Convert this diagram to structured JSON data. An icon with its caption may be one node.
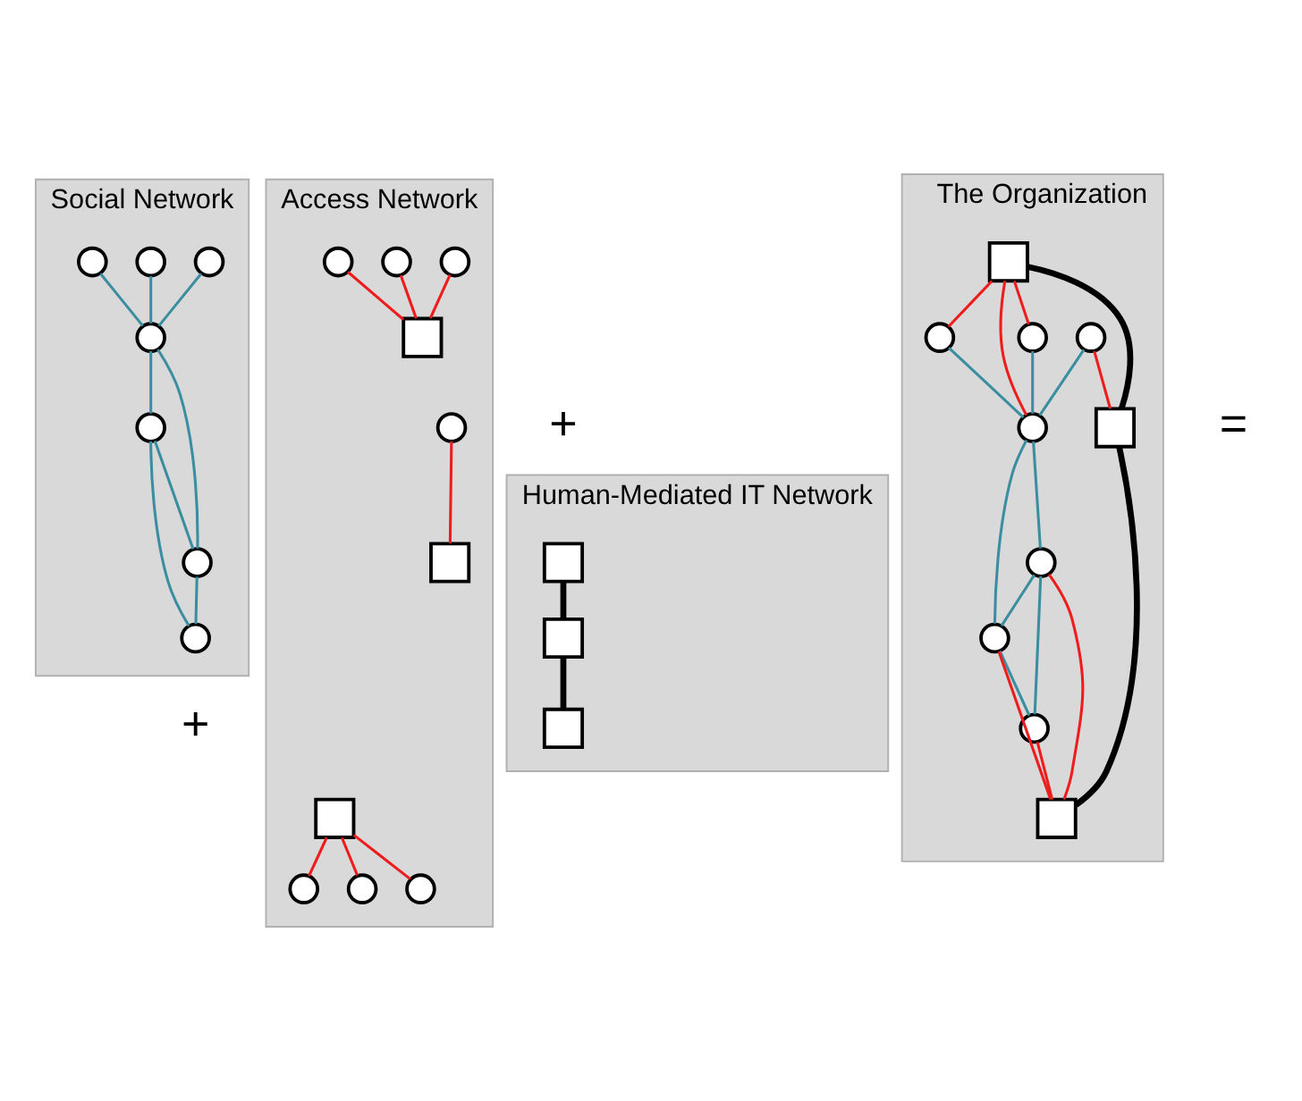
{
  "diagram": {
    "nodes": [
      {
        "text": [
          "Social Network"
        ]
      },
      {
        "text": [],
        "shape": "circle",
        "in": 0
      },
      {
        "text": [],
        "shape": "circle",
        "in": 0
      },
      {
        "text": [],
        "shape": "circle",
        "in": 0
      },
      {
        "text": [],
        "shape": "circle",
        "in": 0
      },
      {
        "text": [],
        "shape": "circle",
        "in": 0
      },
      {
        "text": [],
        "shape": "circle",
        "in": 0
      },
      {
        "text": [],
        "shape": "circle",
        "in": 0
      },
      {
        "text": [
          "Access Network"
        ]
      },
      {
        "text": [],
        "shape": "box",
        "in": 8
      },
      {
        "text": [],
        "shape": "circle",
        "in": 8
      },
      {
        "text": [],
        "shape": "circle",
        "in": 8
      },
      {
        "text": [],
        "shape": "circle",
        "in": 8
      },
      {
        "text": [],
        "shape": "circle",
        "in": 8
      },
      {
        "text": [],
        "shape": "circle",
        "in": 8
      },
      {
        "text": [],
        "shape": "circle",
        "in": 8
      },
      {
        "text": [],
        "shape": "circle",
        "in": 8
      },
      {
        "text": [],
        "shape": "box",
        "in": 8
      },
      {
        "text": [],
        "shape": "box",
        "in": 8
      },
      {
        "text": [
          "The Organization"
        ]
      },
      {
        "text": [],
        "shape": "box",
        "in": 19
      },
      {
        "text": [],
        "shape": "circle",
        "in": 19
      },
      {
        "text": [],
        "shape": "circle",
        "in": 19
      },
      {
        "text": [],
        "shape": "circle",
        "in": 19
      },
      {
        "text": [],
        "shape": "circle",
        "in": 19
      },
      {
        "text": [],
        "shape": "circle",
        "in": 19
      },
      {
        "text": [],
        "shape": "circle",
        "in": 19
      },
      {
        "text": [],
        "shape": "circle",
        "in": 19
      },
      {
        "text": [],
        "shape": "box",
        "in": 19
      },
      {
        "text": [],
        "shape": "box",
        "in": 19
      },
      {
        "text": [
          "Human-Mediated IT Network"
        ]
      },
      {
        "text": [],
        "shape": "box",
        "in": 30
      },
      {
        "text": [],
        "shape": "box",
        "in": 30
      },
      {
        "text": [],
        "shape": "box",
        "in": 30
      }
    ],
    "edges": [
      {
        "from": 2,
        "to": 4,
        "arrow": "none"
      },
      {
        "from": 1,
        "to": 4,
        "arrow": "none"
      },
      {
        "from": 3,
        "to": 4,
        "arrow": "none"
      },
      {
        "from": 4,
        "to": 5,
        "arrow": "none"
      },
      {
        "from": 4,
        "to": 6,
        "arrow": "none"
      },
      {
        "from": 5,
        "to": 6,
        "arrow": "none"
      },
      {
        "from": 5,
        "to": 7,
        "arrow": "none"
      },
      {
        "from": 6,
        "to": 7,
        "arrow": "none"
      },
      {
        "from": 9,
        "to": 10,
        "arrow": "none",
        "color": "#ee1c1c"
      },
      {
        "from": 9,
        "to": 11,
        "arrow": "none",
        "color": "#ee1c1c"
      },
      {
        "from": 9,
        "to": 12,
        "arrow": "none",
        "color": "#ee1c1c"
      },
      {
        "from": 13,
        "to": 17,
        "arrow": "none",
        "color": "#ee1c1c"
      },
      {
        "from": 14,
        "to": 18,
        "arrow": "none",
        "color": "#ee1c1c"
      },
      {
        "from": 15,
        "to": 18,
        "arrow": "none",
        "color": "#ee1c1c"
      },
      {
        "from": 16,
        "to": 18,
        "arrow": "none",
        "color": "#ee1c1c"
      },
      {
        "from": 20,
        "to": 21,
        "arrow": "none",
        "color": "#ee1c1c"
      },
      {
        "from": 20,
        "to": 22,
        "arrow": "none",
        "color": "#ee1c1c"
      },
      {
        "from": 20,
        "to": 23,
        "arrow": "none",
        "color": "#ee1c1c"
      },
      {
        "from": 21,
        "to": 23,
        "arrow": "none"
      },
      {
        "from": 22,
        "to": 23,
        "arrow": "none"
      },
      {
        "from": 24,
        "to": 23,
        "arrow": "none"
      },
      {
        "from": 23,
        "to": 25,
        "arrow": "none"
      },
      {
        "from": 23,
        "to": 26,
        "arrow": "none"
      },
      {
        "from": 25,
        "to": 26,
        "arrow": "none"
      },
      {
        "from": 25,
        "to": 27,
        "arrow": "none"
      },
      {
        "from": 26,
        "to": 27,
        "arrow": "none"
      },
      {
        "from": 24,
        "to": 28,
        "arrow": "none",
        "color": "#ee1c1c"
      },
      {
        "from": 25,
        "to": 29,
        "arrow": "none",
        "color": "#ee1c1c"
      },
      {
        "from": 26,
        "to": 29,
        "arrow": "none",
        "color": "#ee1c1c"
      },
      {
        "from": 27,
        "to": 29,
        "arrow": "none",
        "color": "#ee1c1c"
      },
      {
        "from": 20,
        "to": 28,
        "arrow": "none",
        "style": "thick",
        "color": "#000000"
      },
      {
        "from": 28,
        "to": 29,
        "arrow": "none",
        "style": "thick",
        "color": "#000000"
      },
      {
        "from": 31,
        "to": 32,
        "arrow": "none",
        "style": "thick",
        "color": "#000000"
      },
      {
        "from": 32,
        "to": 33,
        "arrow": "none",
        "style": "thick",
        "color": "#000000"
      }
    ],
    "labels": [
      "+",
      "=",
      "+"
    ]
  }
}
